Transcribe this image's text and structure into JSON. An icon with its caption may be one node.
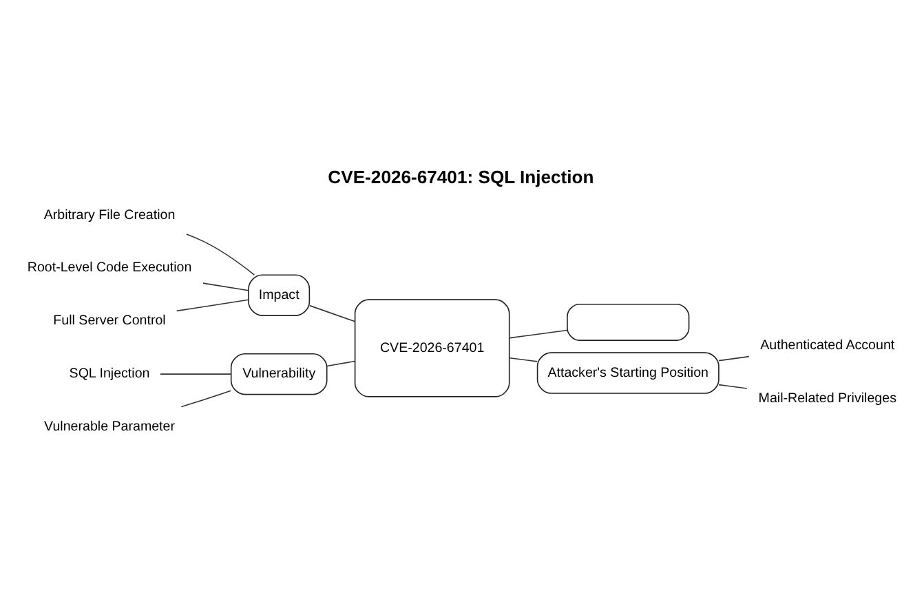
{
  "diagram": {
    "title": "CVE-2026-67401: SQL Injection",
    "nodes": [
      {
        "text": [
          "CVE-2026-67401"
        ]
      },
      {
        "text": [
          "Impact"
        ]
      },
      {
        "text": [
          "Arbitrary File Creation"
        ]
      },
      {
        "text": [
          "Root-Level Code Execution"
        ]
      },
      {
        "text": [
          "Full Server Control"
        ]
      },
      {
        "text": [
          "Vulnerability"
        ]
      },
      {
        "text": [
          "SQL Injection"
        ]
      },
      {
        "text": [
          "Vulnerable Parameter"
        ]
      },
      {
        "text": [],
        "shape": "box"
      },
      {
        "text": [
          "Attacker's Starting Position"
        ]
      },
      {
        "text": [
          "Authenticated Account"
        ]
      },
      {
        "text": [
          "Mail-Related Privileges"
        ]
      }
    ],
    "edges": [
      {
        "from": 1,
        "to": 0,
        "arrow": "none"
      },
      {
        "from": 2,
        "to": 1,
        "arrow": "none"
      },
      {
        "from": 3,
        "to": 1,
        "arrow": "none"
      },
      {
        "from": 4,
        "to": 1,
        "arrow": "none"
      },
      {
        "from": 5,
        "to": 0,
        "arrow": "none"
      },
      {
        "from": 6,
        "to": 5,
        "arrow": "none"
      },
      {
        "from": 7,
        "to": 5,
        "arrow": "none"
      },
      {
        "from": 0,
        "to": 8,
        "arrow": "none"
      },
      {
        "from": 0,
        "to": 9,
        "arrow": "none"
      },
      {
        "from": 9,
        "to": 10,
        "arrow": "none"
      },
      {
        "from": 9,
        "to": 11,
        "arrow": "none"
      }
    ]
  }
}
